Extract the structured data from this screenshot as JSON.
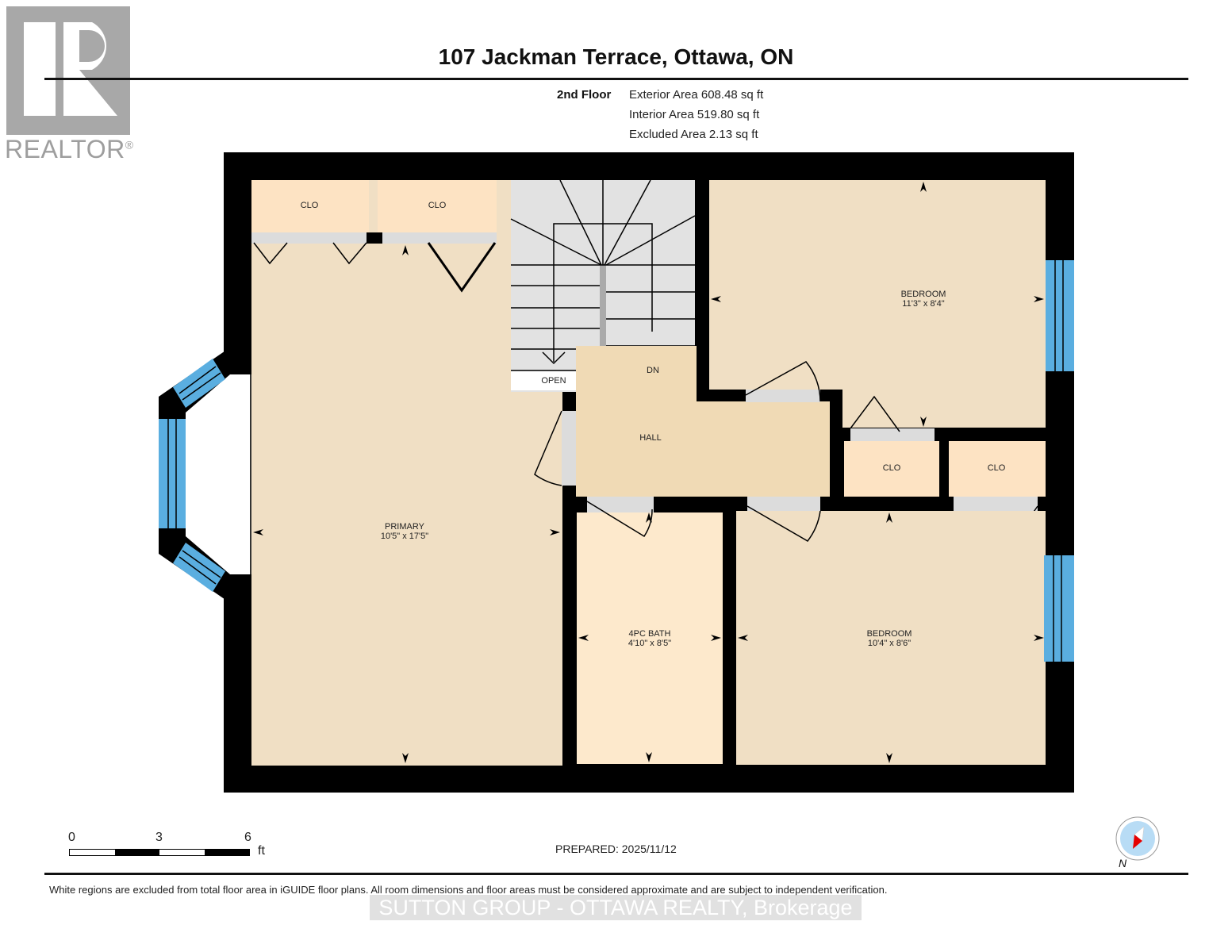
{
  "header": {
    "title": "107 Jackman Terrace, Ottawa, ON",
    "logo_text": "REALTOR",
    "logo_mark": "®"
  },
  "floor_info": {
    "floor": "2nd Floor",
    "exterior_area": "Exterior Area 608.48 sq ft",
    "interior_area": "Interior Area 519.80 sq ft",
    "excluded_area": "Excluded Area 2.13 sq ft"
  },
  "rooms": {
    "clo1": "CLO",
    "clo2": "CLO",
    "clo3": "CLO",
    "clo4": "CLO",
    "stairs_open": "OPEN",
    "stairs_dn": "DN",
    "hall": "HALL",
    "primary": {
      "name": "PRIMARY",
      "dims": "10'5\" x 17'5\""
    },
    "bedroom_top": {
      "name": "BEDROOM",
      "dims": "11'3\" x 8'4\""
    },
    "bath": {
      "name": "4PC BATH",
      "dims": "4'10\" x 8'5\""
    },
    "bedroom_bottom": {
      "name": "BEDROOM",
      "dims": "10'4\" x 8'6\""
    }
  },
  "scale_bar": {
    "t0": "0",
    "t3": "3",
    "t6": "6",
    "unit": "ft"
  },
  "compass": {
    "label": "N"
  },
  "footer": {
    "prepared": "PREPARED: 2025/11/12",
    "disclaimer": "White regions are excluded from total floor area in iGUIDE floor plans. All room dimensions and floor areas must be considered approximate and are subject to independent verification.",
    "brokerage": "SUTTON GROUP - OTTAWA REALTY, Brokerage"
  },
  "colors": {
    "wall": "#000000",
    "room": "#f0dfc4",
    "closet": "#fde3c3",
    "hall": "#f0dab5",
    "bath": "#fde9cc",
    "stairs": "#e2e2e2",
    "window": "#5aaee0",
    "doorway": "#dcdcdc"
  }
}
